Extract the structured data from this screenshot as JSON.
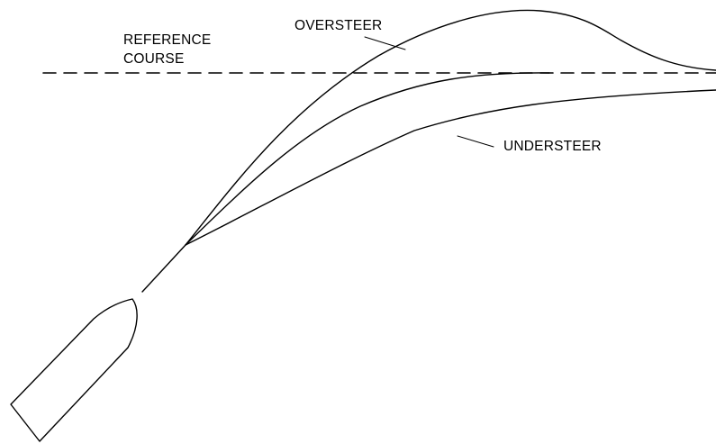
{
  "labels": {
    "reference_line1": "REFERENCE",
    "reference_line2": "COURSE",
    "oversteer": "OVERSTEER",
    "understeer": "UNDERSTEER"
  },
  "colors": {
    "line": "#000000",
    "text": "#000000",
    "background": "#ffffff"
  }
}
